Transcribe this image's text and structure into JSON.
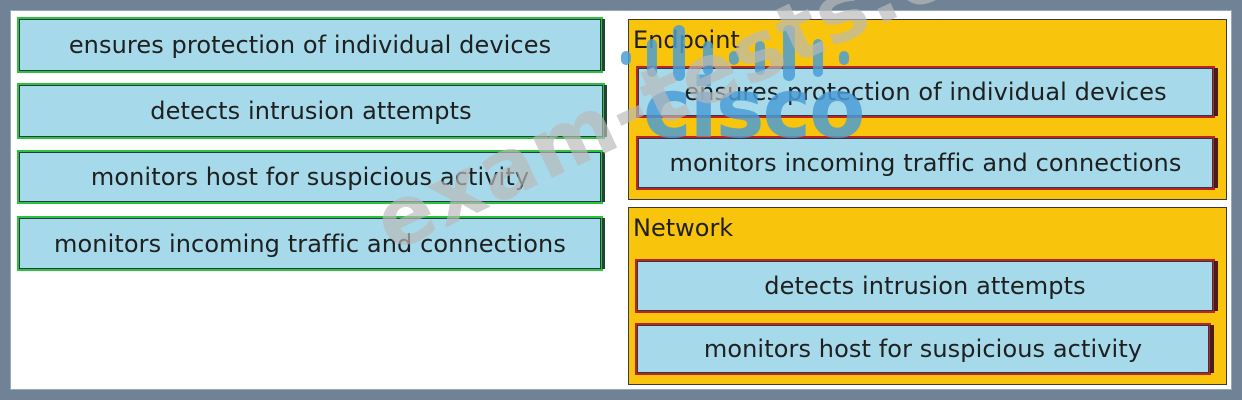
{
  "source_items": [
    {
      "label": "ensures protection of individual devices"
    },
    {
      "label": "detects intrusion attempts"
    },
    {
      "label": "monitors host for suspicious activity"
    },
    {
      "label": "monitors incoming traffic and connections"
    }
  ],
  "targets": {
    "endpoint": {
      "title": "Endpoint",
      "items": [
        {
          "label": "ensures protection of individual devices"
        },
        {
          "label": "monitors incoming traffic and connections"
        }
      ]
    },
    "network": {
      "title": "Network",
      "items": [
        {
          "label": "detects intrusion attempts"
        },
        {
          "label": "monitors host for suspicious activity"
        }
      ]
    }
  },
  "watermarks": {
    "brand": "cisco",
    "domain": "exam-tests.com"
  },
  "colors": {
    "item_fill": "#a6d9ea",
    "source_outline": "#2cc33a",
    "placed_outline": "#c22222",
    "target_fill": "#f8c40c",
    "watermark_blue": "#4a9cd6"
  }
}
